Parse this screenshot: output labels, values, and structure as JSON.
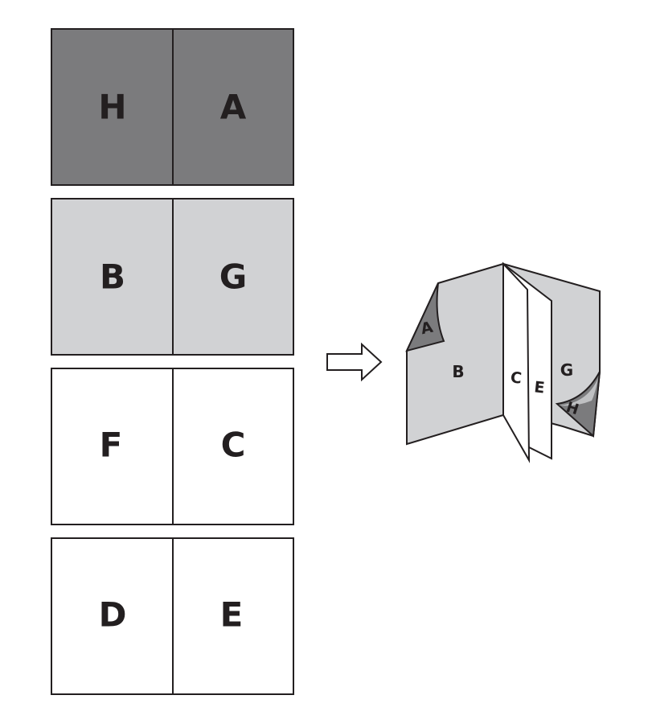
{
  "colors": {
    "dark_gray": "#7b7b7d",
    "light_gray": "#d1d2d4",
    "white": "#ffffff",
    "stroke": "#231f20"
  },
  "sheets": [
    {
      "left": "H",
      "right": "A",
      "fill": "dark_gray"
    },
    {
      "left": "B",
      "right": "G",
      "fill": "light_gray"
    },
    {
      "left": "F",
      "right": "C",
      "fill": "white"
    },
    {
      "left": "D",
      "right": "E",
      "fill": "white"
    }
  ],
  "arrow_icon": "right-arrow-outline-icon",
  "booklet": {
    "front_cover": "B",
    "front_flap": "A",
    "inner_page_1": "C",
    "inner_page_2": "E",
    "back_cover": "G",
    "back_flap": "H"
  }
}
